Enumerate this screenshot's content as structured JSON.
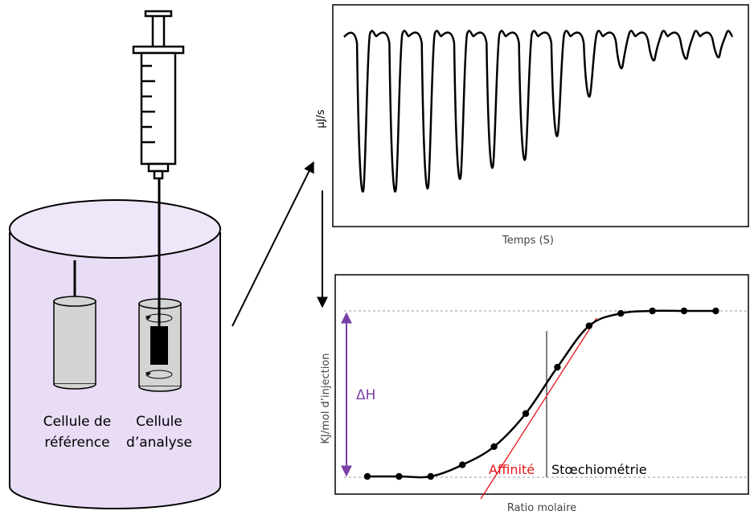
{
  "colors": {
    "vessel_fill": "#e9dcf5",
    "vessel_top_fill": "#efe6f9",
    "cell_fill": "#d4d4d4",
    "stroke": "#000000",
    "red": "#e8141a",
    "purple": "#7a3fa6",
    "grid_gray": "#999999"
  },
  "apparatus": {
    "reference_cell_label_line1": "Cellule de",
    "reference_cell_label_line2": "référence",
    "analysis_cell_label_line1": "Cellule",
    "analysis_cell_label_line2": "d’analyse",
    "syringe_icon": "syringe-icon",
    "stir_icon": "rotation-arrow-icon"
  },
  "thermogram": {
    "ylabel": "μJ/s",
    "xlabel": "Temps (S)",
    "injection_count": 12,
    "peak_depths": [
      1.0,
      1.0,
      0.98,
      0.92,
      0.85,
      0.8,
      0.65,
      0.4,
      0.22,
      0.17,
      0.16,
      0.15
    ]
  },
  "binding_isotherm": {
    "ylabel": "KJ/mol  d’injection",
    "xlabel": "Ratio molaire",
    "delta_h_label": "ΔH",
    "affinity_label": "Affinité",
    "stoichiometry_label": "Stœchiométrie",
    "points_fraction": [
      0.0,
      0.0,
      0.0,
      0.07,
      0.18,
      0.38,
      0.66,
      0.91,
      0.985,
      1.0,
      1.0,
      1.0
    ]
  }
}
